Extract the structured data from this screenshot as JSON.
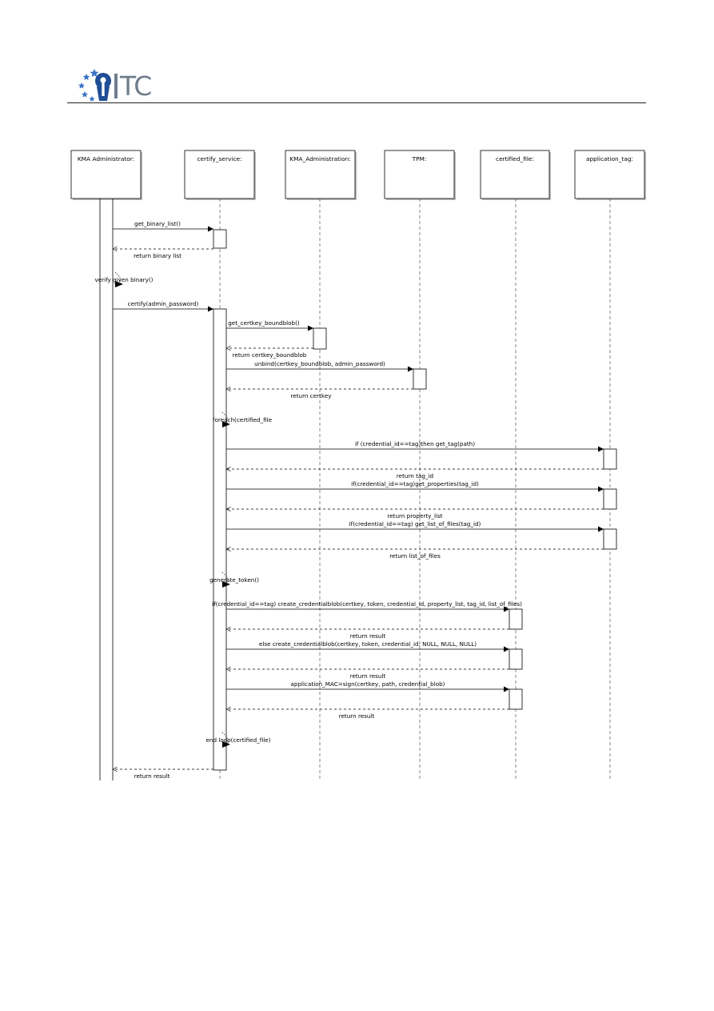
{
  "header": {
    "logo_text": "TC",
    "logo_colors": {
      "keyhole": "#1f4e96",
      "stars": "#3b74c4",
      "text": "#6f7d8c"
    }
  },
  "diagram": {
    "participants": [
      {
        "id": "kma_admin",
        "label": "KMA Administrator:"
      },
      {
        "id": "certify_service",
        "label": "certify_service:"
      },
      {
        "id": "kma_administration",
        "label": "KMA_Administration:"
      },
      {
        "id": "tpm",
        "label": "TPM:"
      },
      {
        "id": "certified_file",
        "label": "certified_file:"
      },
      {
        "id": "application_tag",
        "label": "application_tag:"
      }
    ],
    "messages": [
      {
        "from": "kma_admin",
        "to": "certify_service",
        "label": "get_binary_list()",
        "kind": "call"
      },
      {
        "from": "certify_service",
        "to": "kma_admin",
        "label": "return binary list",
        "kind": "return"
      },
      {
        "from": "kma_admin",
        "to": "kma_admin",
        "label": "verify given binary()",
        "kind": "self"
      },
      {
        "from": "kma_admin",
        "to": "certify_service",
        "label": "certify(admin_password)",
        "kind": "call"
      },
      {
        "from": "certify_service",
        "to": "kma_administration",
        "label": "get_certkey_boundblob()",
        "kind": "call"
      },
      {
        "from": "kma_administration",
        "to": "certify_service",
        "label": "return certkey_boundblob",
        "kind": "return"
      },
      {
        "from": "certify_service",
        "to": "tpm",
        "label": "unbind(certkey_boundblob, admin_password)",
        "kind": "call"
      },
      {
        "from": "tpm",
        "to": "certify_service",
        "label": "return certkey",
        "kind": "return"
      },
      {
        "from": "certify_service",
        "to": "certify_service",
        "label": "foreach(certified_file",
        "kind": "self"
      },
      {
        "from": "certify_service",
        "to": "application_tag",
        "label": "if (credential_id==tag)then get_tag(path)",
        "kind": "call"
      },
      {
        "from": "application_tag",
        "to": "certify_service",
        "label": "return tag_id",
        "kind": "return"
      },
      {
        "from": "certify_service",
        "to": "application_tag",
        "label": "if(credential_id==tag)get_properties(tag_id)",
        "kind": "call"
      },
      {
        "from": "application_tag",
        "to": "certify_service",
        "label": "return property_list",
        "kind": "return"
      },
      {
        "from": "certify_service",
        "to": "application_tag",
        "label": "if(credential_id==tag) get_list_of_files(tag_id)",
        "kind": "call"
      },
      {
        "from": "application_tag",
        "to": "certify_service",
        "label": "return list_of_files",
        "kind": "return"
      },
      {
        "from": "certify_service",
        "to": "certify_service",
        "label": "generate_token()",
        "kind": "self"
      },
      {
        "from": "certify_service",
        "to": "certified_file",
        "label": "if(credential_id==tag) create_credentialblob(certkey, token, credential_id, property_list, tag_id, list_of_files)",
        "kind": "call"
      },
      {
        "from": "certified_file",
        "to": "certify_service",
        "label": "return result",
        "kind": "return"
      },
      {
        "from": "certify_service",
        "to": "certified_file",
        "label": "else create_credentialblob(certkey, token, credential_id, NULL, NULL, NULL)",
        "kind": "call"
      },
      {
        "from": "certified_file",
        "to": "certify_service",
        "label": "return result",
        "kind": "return"
      },
      {
        "from": "certify_service",
        "to": "certified_file",
        "label": "application_MAC=sign(certkey, path, credential_blob)",
        "kind": "call"
      },
      {
        "from": "certified_file",
        "to": "certify_service",
        "label": "return result",
        "kind": "return"
      },
      {
        "from": "certify_service",
        "to": "certify_service",
        "label": "end loop(certified_file)",
        "kind": "self"
      },
      {
        "from": "certify_service",
        "to": "kma_admin",
        "label": "return result",
        "kind": "return"
      }
    ]
  }
}
